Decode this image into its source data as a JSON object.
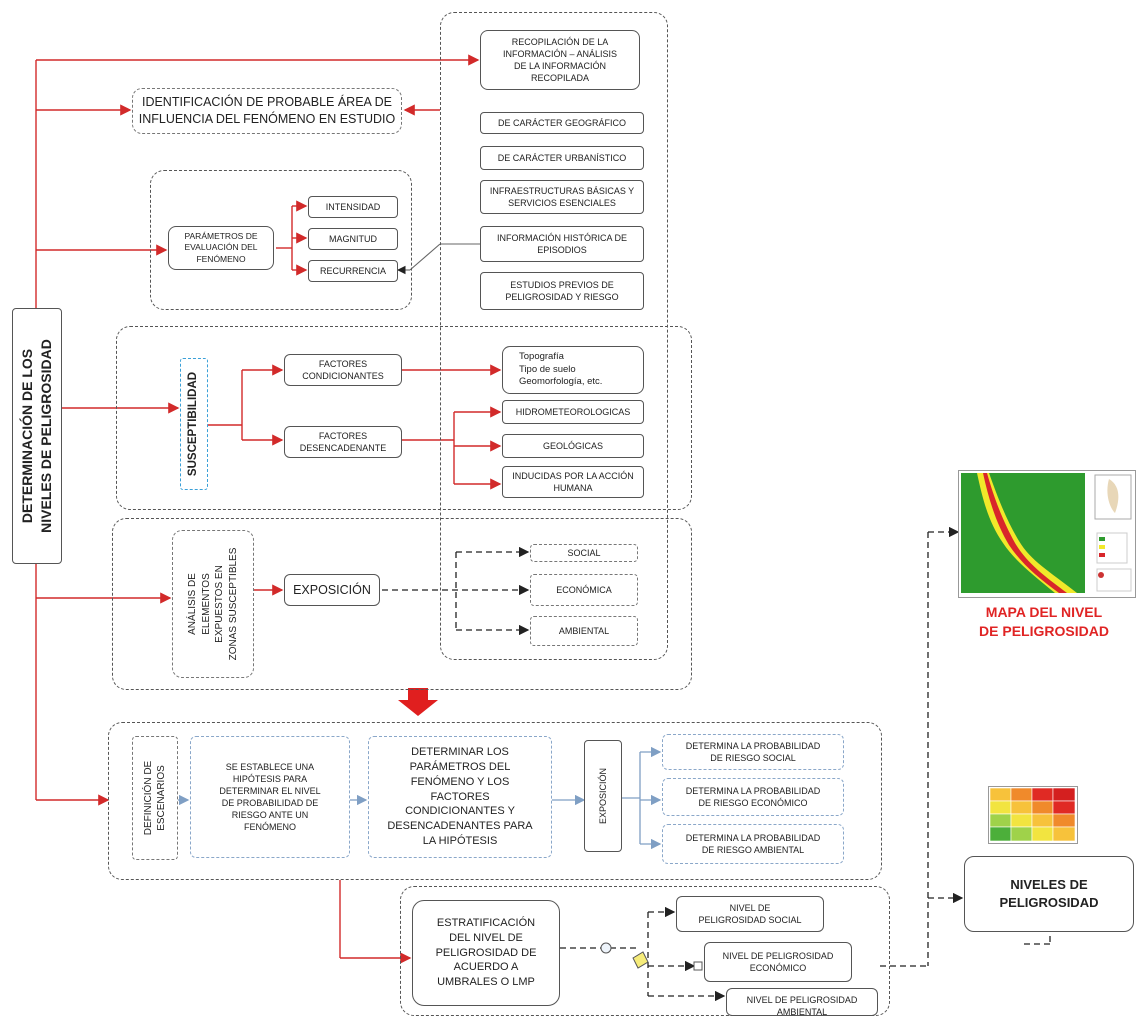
{
  "main_title": "DETERMINACIÓN DE LOS\nNIVELES DE PELIGROSIDAD",
  "recopilacion": "RECOPILACIÓN DE LA\nINFORMACIÓN – ANÁLISIS\nDE LA INFORMACIÓN\nRECOPILADA",
  "identificacion": "IDENTIFICACIÓN DE PROBABLE ÁREA DE\nINFLUENCIA DEL FENÓMENO EN ESTUDIO",
  "info_items": [
    "DE CARÁCTER GEOGRÁFICO",
    "DE CARÁCTER URBANÍSTICO",
    "INFRAESTRUCTURAS BÁSICAS Y\nSERVICIOS ESENCIALES",
    "INFORMACIÓN HISTÓRICA DE\nEPISODIOS",
    "ESTUDIOS PREVIOS DE\nPELIGROSIDAD Y RIESGO"
  ],
  "parametros": "PARÁMETROS DE\nEVALUACIÓN DEL\nFENÓMENO",
  "param_items": [
    "INTENSIDAD",
    "MAGNITUD",
    "RECURRENCIA"
  ],
  "susceptibilidad": "SUSCEPTIBILIDAD",
  "factores_condicionantes": "FACTORES\nCONDICIONANTES",
  "factores_desencadenante": "FACTORES\nDESENCADENANTE",
  "condicionantes_detail": "Topografía\nTipo de suelo\nGeomorfología, etc.",
  "desencadenante_items": [
    "HIDROMETEOROLOGICAS",
    "GEOLÓGICAS",
    "INDUCIDAS POR LA ACCIÓN\nHUMANA"
  ],
  "analisis": "ANÁLISIS DE\nELEMENTOS\nEXPUESTOS EN\nZONAS SUSCEPTIBLES",
  "exposicion": "EXPOSICIÓN",
  "exposicion_items": [
    "SOCIAL",
    "ECONÓMICA",
    "AMBIENTAL"
  ],
  "definicion": "DEFINICIÓN DE\nESCENARIOS",
  "hipotesis": "SE ESTABLECE UNA\nHIPÓTESIS PARA\nDETERMINAR EL NIVEL\nDE PROBABILIDAD DE\nRIESGO  ANTE UN\nFENÓMENO",
  "determinar": "DETERMINAR LOS\nPARÁMETROS DEL\nFENÓMENO Y LOS\nFACTORES\nCONDICIONANTES Y\nDESENCADENANTES PARA\nLA HIPÓTESIS",
  "exposicion_vertical": "EXPOSICIÓN",
  "probabilidad_items": [
    "DETERMINA LA PROBABILIDAD\nDE RIESGO SOCIAL",
    "DETERMINA LA PROBABILIDAD\nDE RIESGO ECONÓMICO",
    "DETERMINA LA PROBABILIDAD\nDE RIESGO AMBIENTAL"
  ],
  "estratificacion": "ESTRATIFICACIÓN\nDEL NIVEL DE\nPELIGROSIDAD DE\nACUERDO A\nUMBRALES O LMP",
  "nivel_items": [
    "NIVEL DE\nPELIGROSIDAD SOCIAL",
    "NIVEL DE PELIGROSIDAD\nECONÓMICO",
    "NIVEL DE PELIGROSIDAD\nAMBIENTAL"
  ],
  "mapa_label": "MAPA DEL NIVEL\nDE PELIGROSIDAD",
  "niveles_label": "NIVELES DE\nPELIGROSIDAD",
  "colors": {
    "red_line": "#d22a2a",
    "blue_line": "#7f9fc4",
    "map_green": "#2e9b2e",
    "map_yellow": "#f1e92a",
    "map_red": "#d8262b"
  }
}
